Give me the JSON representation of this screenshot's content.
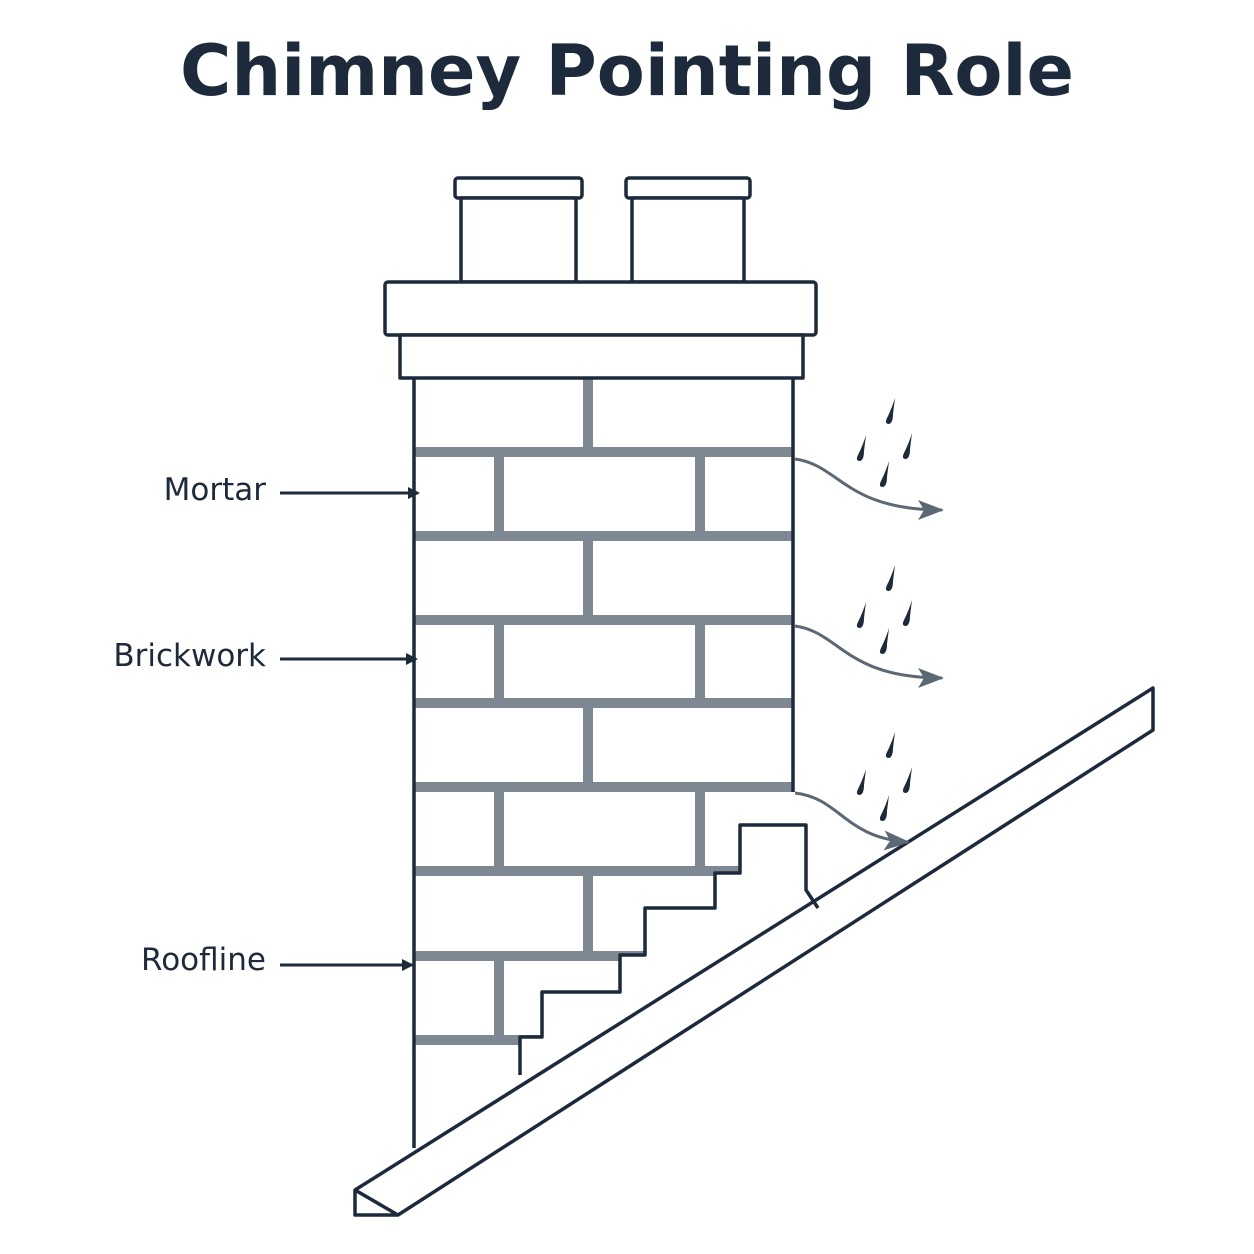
{
  "title": "Chimney Pointing Role",
  "labels": {
    "mortar": "Mortar",
    "brickwork": "Brickwork",
    "roofline": "Roofline"
  },
  "colors": {
    "outline": "#1c2a3c",
    "mortar": "#7d8893",
    "water": "#5c6873",
    "background": "#ffffff"
  }
}
